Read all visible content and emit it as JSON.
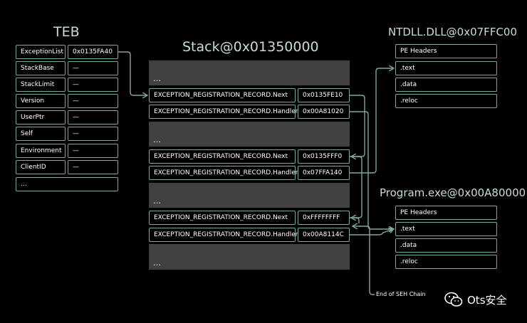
{
  "teb": {
    "title": "TEB",
    "rows": [
      {
        "field": "ExceptionList",
        "value": "0x0135FA40"
      },
      {
        "field": "StackBase",
        "value": "—"
      },
      {
        "field": "StackLimit",
        "value": "—"
      },
      {
        "field": "Version",
        "value": "—"
      },
      {
        "field": "UserPtr",
        "value": "—"
      },
      {
        "field": "Self",
        "value": "—"
      },
      {
        "field": "Environment",
        "value": "—"
      },
      {
        "field": "ClientID",
        "value": "—"
      }
    ],
    "more": "…"
  },
  "stack": {
    "title": "Stack@0x01350000",
    "ellipsis": "…",
    "records": [
      {
        "next_label": "EXCEPTION_REGISTRATION_RECORD.Next",
        "next_value": "0x0135FE10",
        "handler_label": "EXCEPTION_REGISTRATION_RECORD.Handler",
        "handler_value": "0x00A81020"
      },
      {
        "next_label": "EXCEPTION_REGISTRATION_RECORD.Next",
        "next_value": "0x0135FFF0",
        "handler_label": "EXCEPTION_REGISTRATION_RECORD.Handler",
        "handler_value": "0x07FFA140"
      },
      {
        "next_label": "EXCEPTION_REGISTRATION_RECORD.Next",
        "next_value": "0xFFFFFFFF",
        "handler_label": "EXCEPTION_REGISTRATION_RECORD.Handler",
        "handler_value": "0x00A8114C"
      }
    ]
  },
  "ntdll": {
    "title": "NTDLL.DLL@0x07FFC00",
    "sections": [
      "PE Headers",
      ".text",
      ".data",
      ".reloc"
    ]
  },
  "program": {
    "title": "Program.exe@0x00A80000",
    "sections": [
      "PE Headers",
      ".text",
      ".data",
      ".reloc"
    ]
  },
  "end_of_chain": "End of SEH Chain",
  "watermark": "Ots安全",
  "colors": {
    "line": "#7fa7a1",
    "stack_bg": "#414143",
    "title": "#c8ddd9"
  }
}
